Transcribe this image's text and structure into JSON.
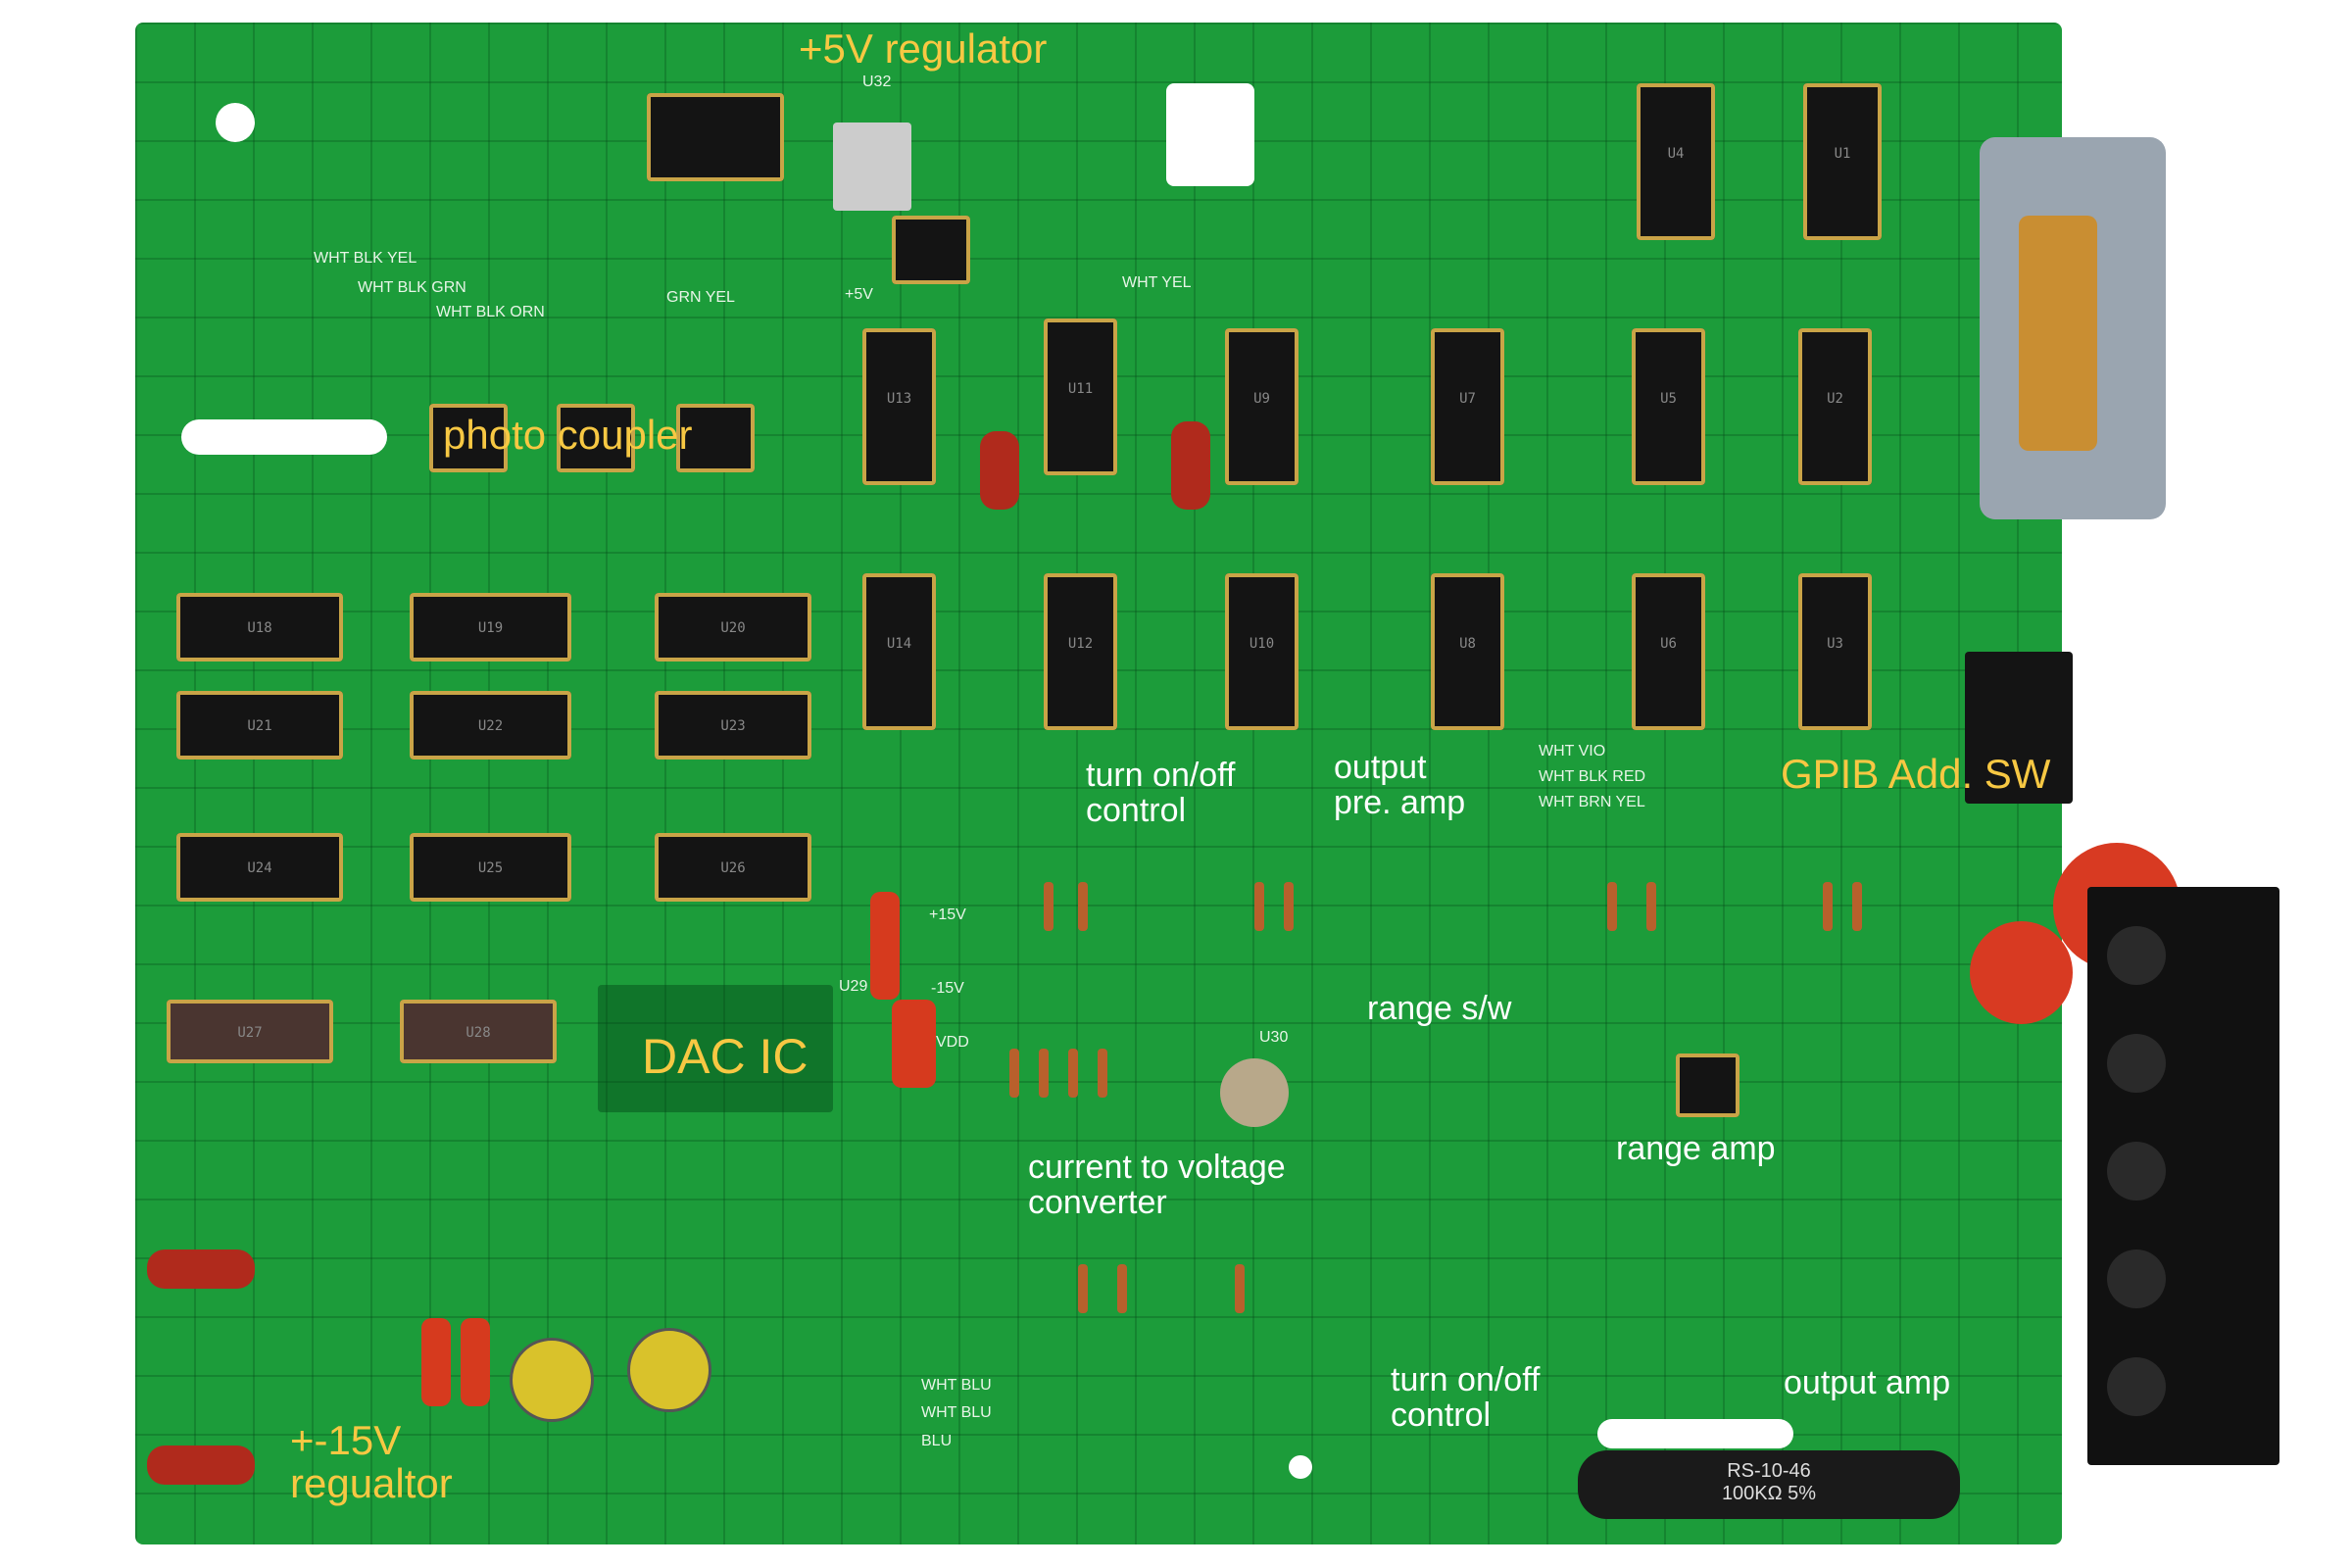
{
  "annotations": {
    "regulator_5v": "+5V regulator",
    "photo_coupler": "photo coupler",
    "gpib": "GPIB Add. SW",
    "dac": "DAC IC",
    "reg15_line1": "+-15V",
    "reg15_line2": "regualtor",
    "turn_onoff_1_line1": "turn on/off",
    "turn_onoff_1_line2": "control",
    "output_pre_line1": "output",
    "output_pre_line2": "pre. amp",
    "range_sw": "range s/w",
    "iv_line1": "current to voltage",
    "iv_line2": "converter",
    "range_amp": "range amp",
    "turn_onoff_2_line1": "turn on/off",
    "turn_onoff_2_line2": "control",
    "output_amp": "output amp"
  },
  "silkscreen": {
    "u4": "U4",
    "u1": "U1",
    "u5": "U5",
    "u2": "U2",
    "u7": "U7",
    "u9": "U9",
    "u11": "U11",
    "u13": "U13",
    "u10": "U10",
    "u12": "U12",
    "u8": "U8",
    "u6": "U6",
    "u3": "U3",
    "u14": "U14",
    "u18": "U18",
    "u19": "U19",
    "u20": "U20",
    "u21": "U21",
    "u22": "U22",
    "u23": "U23",
    "u24": "U24",
    "u25": "U25",
    "u26": "U26",
    "u27": "U27",
    "u28": "U28",
    "u29": "U29",
    "u30": "U30",
    "u32": "U32",
    "wht_vio": "WHT VIO",
    "wht_blk_red": "WHT BLK RED",
    "wht_brn_yel": "WHT BRN YEL",
    "wht_blk_yel": "WHT BLK YEL",
    "wht_blk_grn": "WHT BLK GRN",
    "wht_blk_orn": "WHT BLK ORN",
    "grn_yel": "GRN YEL",
    "wht_yel": "WHT YEL",
    "plus5v": "+5V",
    "plus15v": "+15V",
    "minus15v": "-15V",
    "vdd": "VDD",
    "wht_blu_1": "WHT BLU",
    "wht_blu_2": "WHT BLU",
    "blu": "BLU",
    "big_res_1": "RS-10-46",
    "big_res_2": "100KΩ 5%"
  },
  "colors": {
    "board": "#1c9c3a",
    "annotation_yellow": "#f7c843",
    "annotation_white": "#ffffff"
  }
}
